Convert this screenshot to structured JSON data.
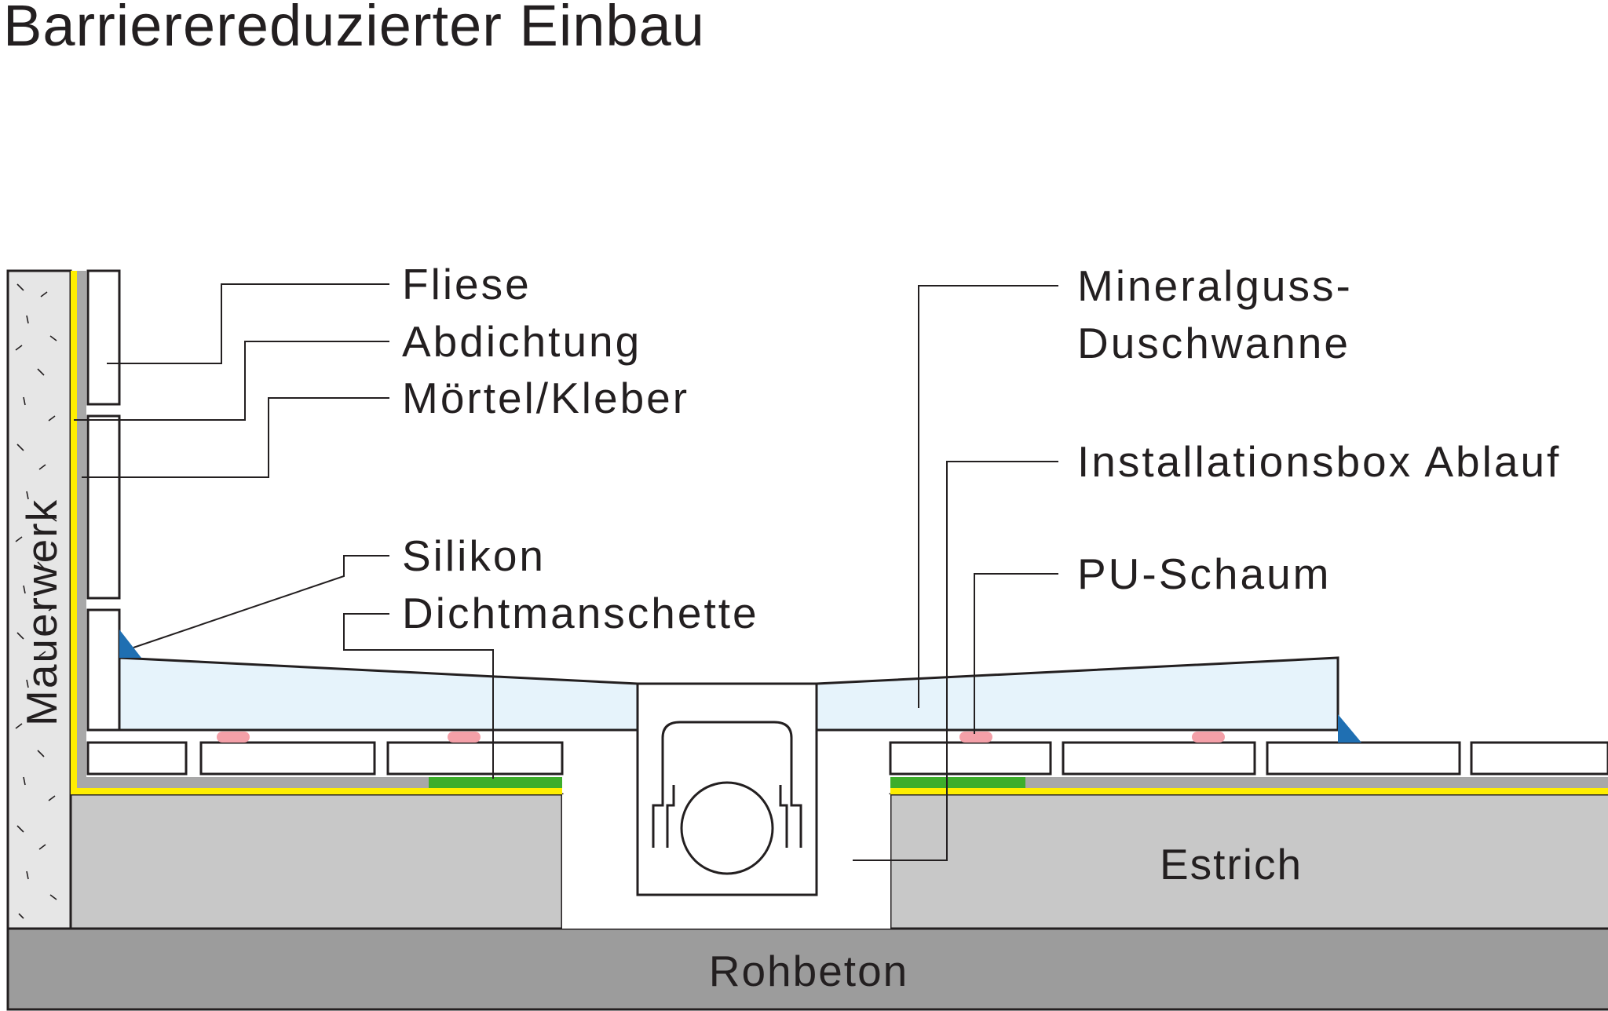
{
  "title": "Barriereredu­zierter Einbau",
  "colors": {
    "concrete": "#9c9c9c",
    "screed": "#c8c8c8",
    "masonry": "#e6e6e6",
    "sealing": "#ffee00",
    "mortar": "#a8a8a8",
    "sealing_sleeve": "#3dae2b",
    "silicone": "#1f6fb2",
    "pu_foam": "#f4a0a8",
    "shower_tray": "#e6f3fb",
    "line": "#231f20"
  },
  "labels": {
    "fliese": "Fliese",
    "abdichtung": "Abdichtung",
    "moertel": "Mörtel/Kleber",
    "silikon": "Silikon",
    "dichtmanschette": "Dichtmanschette",
    "mineralguss_1": "Mineralguss-",
    "mineralguss_2": "Duschwanne",
    "installationsbox": "Installationsbox Ablauf",
    "pu_schaum": "PU-Schaum",
    "mauerwerk": "Mauerwerk",
    "estrich": "Estrich",
    "rohbeton": "Rohbeton"
  }
}
